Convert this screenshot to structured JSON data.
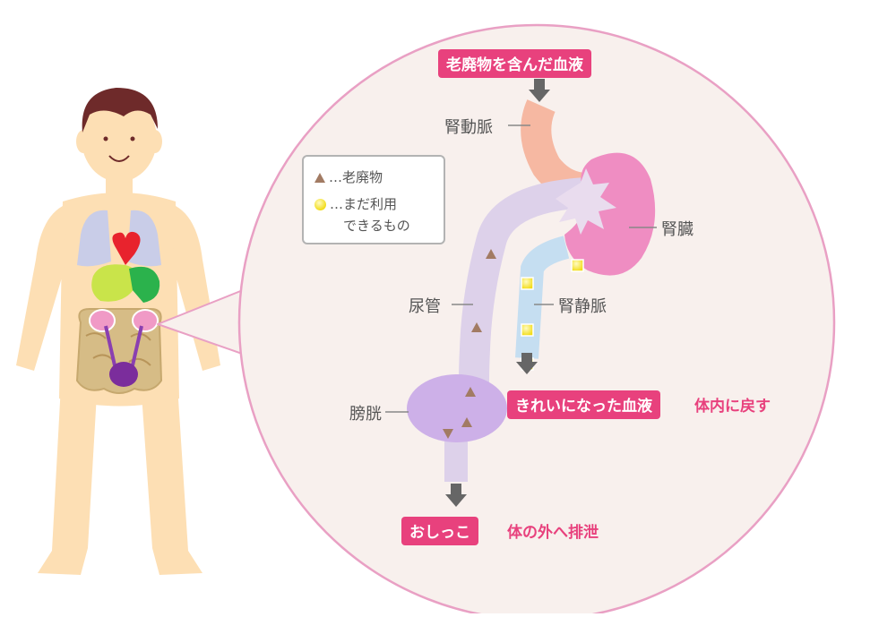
{
  "labels": {
    "renal_artery": "腎動脈",
    "kidney": "腎臓",
    "renal_vein": "腎静脈",
    "ureter": "尿管",
    "bladder": "膀胱"
  },
  "tags": {
    "waste_blood": "老廃物を含んだ血液",
    "clean_blood": "きれいになった血液",
    "urine": "おしっこ"
  },
  "notes": {
    "return_to_body": "体内に戻す",
    "excrete": "体の外へ排泄"
  },
  "legend": {
    "waste": "…老廃物",
    "usable_line1": "…まだ利用",
    "usable_line2": "できるもの"
  },
  "colors": {
    "accent_pink": "#e8417d",
    "circle_border": "#e9a0c4",
    "circle_fill": "#f8f0ed",
    "artery": "#f6b8a2",
    "kidney": "#ef8dc2",
    "renal_vein": "#c5def1",
    "ureter": "#ddd1ea",
    "bladder": "#cdb0e8",
    "waste_marker": "#a27b63",
    "usable_marker": "#f2dc19",
    "arrow": "#666666"
  },
  "icons": {
    "waste_marker": "brown-triangle",
    "usable_marker": "yellow-dot",
    "flow_arrow": "down-arrow"
  }
}
